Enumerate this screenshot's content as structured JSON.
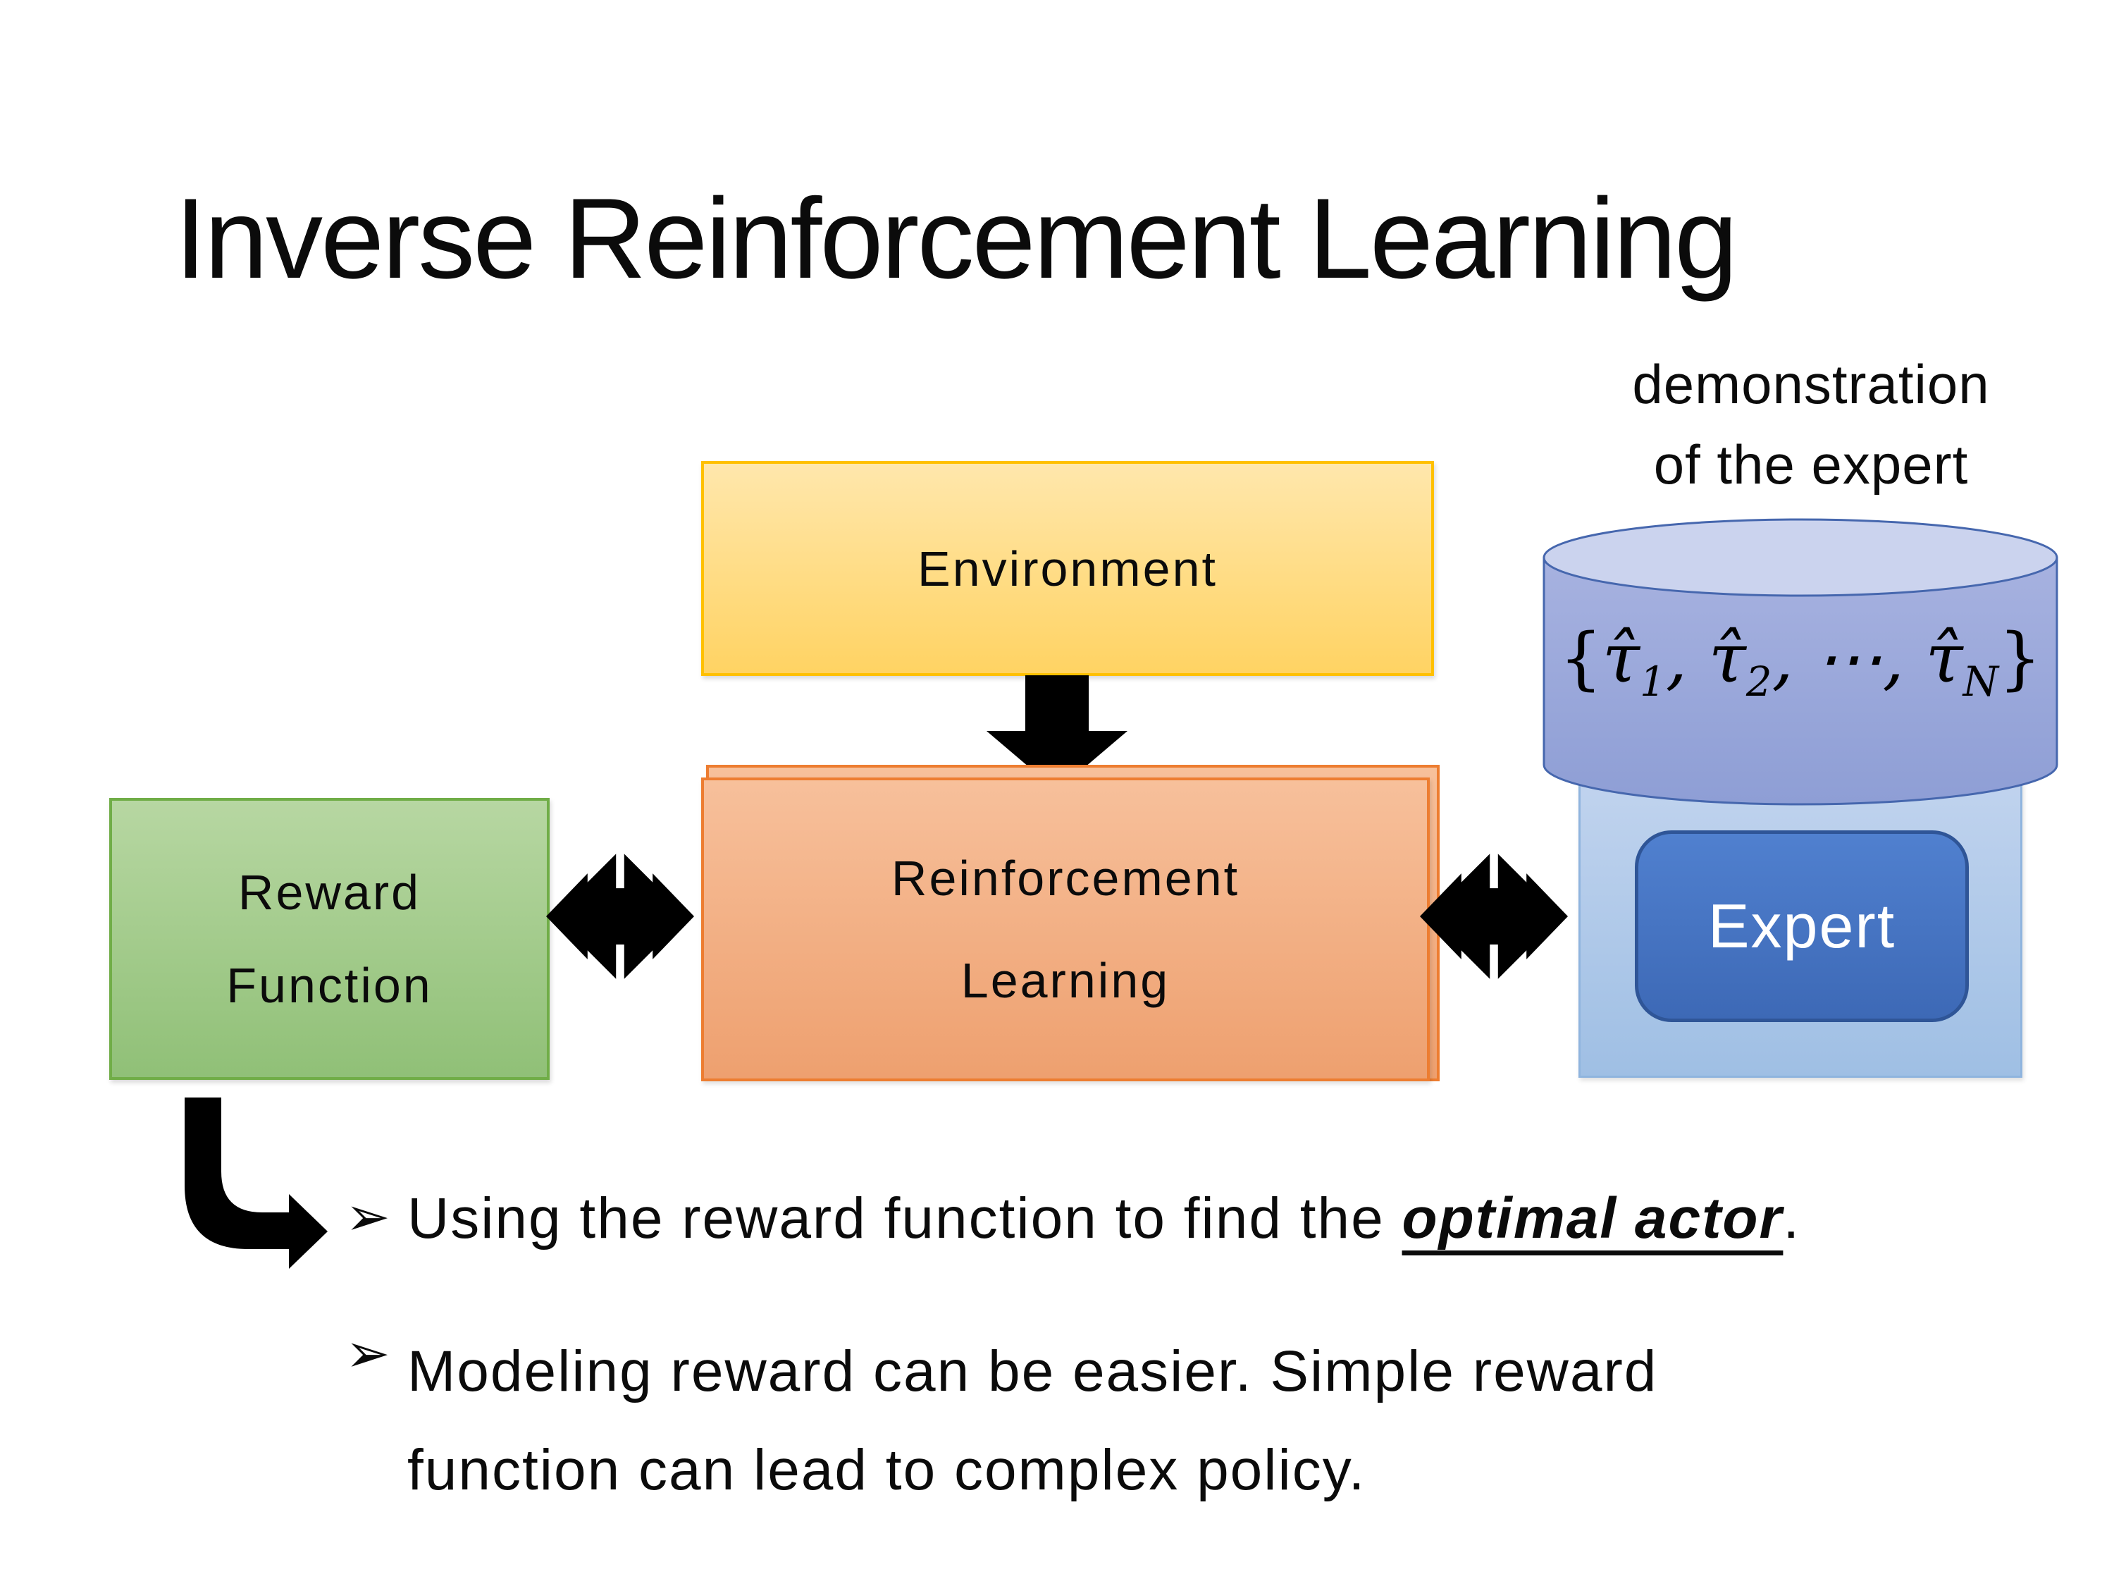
{
  "slide": {
    "title": "Inverse Reinforcement Learning",
    "background": "#FFFFFF"
  },
  "diagram": {
    "environment": {
      "label": "Environment",
      "fill_top": "#FFE7AC",
      "fill_bottom": "#FFD363",
      "border": "#FFC000"
    },
    "reward_function": {
      "line1": "Reward",
      "line2": "Function",
      "fill_top": "#B7D7A2",
      "fill_bottom": "#90C077",
      "border": "#70AD47"
    },
    "reinforcement_learning": {
      "line1": "Reinforcement",
      "line2": "Learning",
      "fill_top": "#F7C09B",
      "fill_bottom": "#EEA06F",
      "border": "#ED7D31"
    },
    "demonstration_caption": {
      "line1": "demonstration",
      "line2": "of the expert"
    },
    "trajectory_db": {
      "open": "{",
      "tau1": "τ̂",
      "sub1": "1",
      "comma1": ", ",
      "tau2": "τ̂",
      "sub2": "2",
      "comma2": ", ",
      "dots": "⋯",
      "comma3": ", ",
      "tau3": "τ̂",
      "subN": "N",
      "close": "}",
      "body_fill": "#97A7DB",
      "top_fill": "#CBD3EE",
      "border": "#4667AE"
    },
    "expert": {
      "label": "Expert",
      "panel_fill": "#AECBEA",
      "box_fill": "#4472C4",
      "box_border": "#2F5597",
      "text_color": "#FFFFFF"
    },
    "arrow_color": "#000000"
  },
  "bullets": {
    "marker": "➢",
    "item1": {
      "prefix": "Using the reward function to find the ",
      "emphasis": "optimal actor",
      "suffix": "."
    },
    "item2": {
      "line1": "Modeling reward can be easier. Simple reward",
      "line2": "function can lead to complex policy."
    }
  }
}
